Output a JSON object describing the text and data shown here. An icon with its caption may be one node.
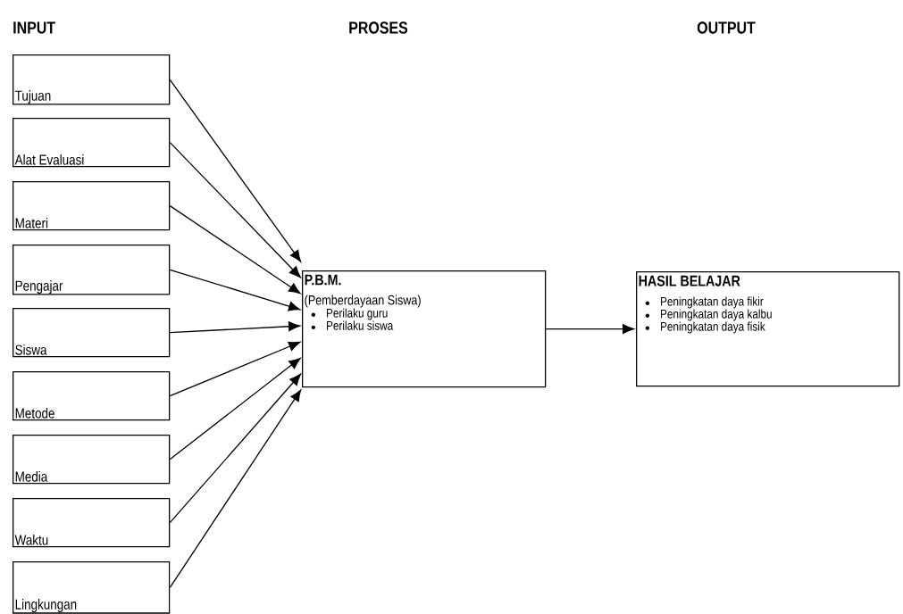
{
  "diagram": {
    "nodes": [
      {
        "text": [
          "Tujuan"
        ]
      },
      {
        "text": [
          "Alat Evaluasi"
        ]
      },
      {
        "text": [
          "Materi"
        ]
      },
      {
        "text": [
          "Pengajar"
        ]
      },
      {
        "text": [
          "Siswa"
        ]
      },
      {
        "text": [
          "Metode"
        ]
      },
      {
        "text": [
          "Media"
        ]
      },
      {
        "text": [
          "Waktu"
        ]
      },
      {
        "text": [
          "Lingkungan"
        ]
      },
      {
        "text": [
          "P.B.M.",
          "(Pemberdayaan Siswa)",
          "Perilaku guru",
          "Perilaku siswa"
        ]
      },
      {
        "text": [
          "HASIL BELAJAR",
          "Peningkatan daya fikir",
          "Peningkatan daya kalbu",
          "Peningkatan daya fisik"
        ]
      }
    ],
    "edges": [
      {
        "from": 0,
        "to": 9,
        "arrow": "to"
      },
      {
        "from": 1,
        "to": 9,
        "arrow": "to"
      },
      {
        "from": 2,
        "to": 9,
        "arrow": "to"
      },
      {
        "from": 3,
        "to": 9,
        "arrow": "to"
      },
      {
        "from": 4,
        "to": 9,
        "arrow": "to"
      },
      {
        "from": 5,
        "to": 9,
        "arrow": "to"
      },
      {
        "from": 6,
        "to": 9,
        "arrow": "to"
      },
      {
        "from": 7,
        "to": 9,
        "arrow": "to"
      },
      {
        "from": 8,
        "to": 9,
        "arrow": "to"
      },
      {
        "from": 9,
        "to": 10,
        "arrow": "to"
      }
    ],
    "labels": [
      "INPUT",
      "PROSES",
      "OUTPUT"
    ]
  }
}
